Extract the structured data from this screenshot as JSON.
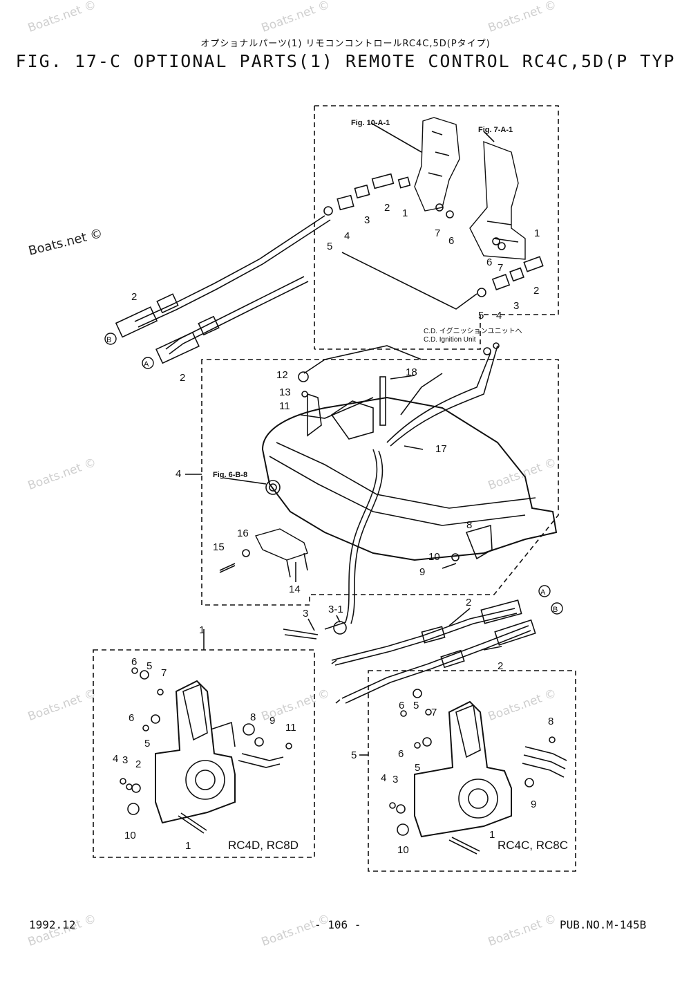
{
  "title_japanese": "オプショナルパーツ(1) リモコンコントロールRC4C,5D(Pタイプ)",
  "title": "FIG. 17-C OPTIONAL PARTS(1) REMOTE CONTROL RC4C,5D(P TYP",
  "watermark": "Boats.net ©",
  "figure_refs": {
    "fig_10a1": "Fig. 10-A-1",
    "fig_7a1": "Fig. 7-A-1",
    "fig_6b8": "Fig. 6-B-8"
  },
  "ignition_note_jp": "C.D. イグニッションユニットへ",
  "ignition_note_en": "C.D. Ignition Unit",
  "connectors": {
    "a": "A",
    "b": "B"
  },
  "part_numbers": {
    "p1": "1",
    "p2": "2",
    "p3": "3",
    "p3_1": "3-1",
    "p4": "4",
    "p5": "5",
    "p6": "6",
    "p7": "7",
    "p8": "8",
    "p9": "9",
    "p10": "10",
    "p11": "11",
    "p12": "12",
    "p13": "13",
    "p14": "14",
    "p15": "15",
    "p16": "16",
    "p17": "17",
    "p18": "18"
  },
  "models": {
    "left_box": "RC4D, RC8D",
    "right_box": "RC4C, RC8C"
  },
  "footer": {
    "date": "1992.12",
    "page": "- 106 -",
    "pub_no": "PUB.NO.M-145B"
  }
}
